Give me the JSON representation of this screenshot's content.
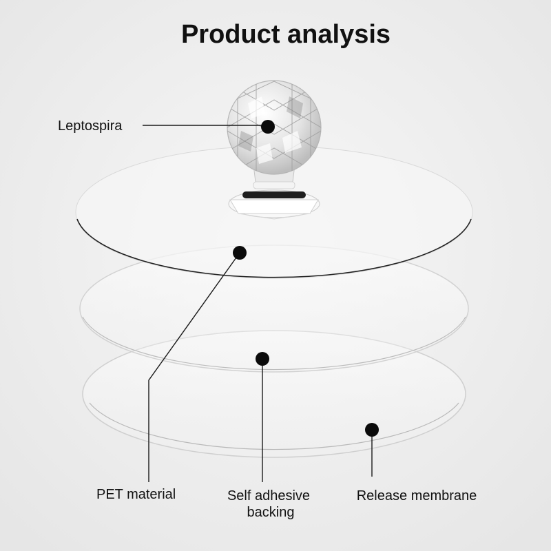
{
  "title": "Product analysis",
  "labels": {
    "leptospira": "Leptospira",
    "pet_material": "PET material",
    "self_adhesive_line1": "Self adhesive",
    "self_adhesive_line2": "backing",
    "release_membrane": "Release membrane"
  },
  "colors": {
    "background": "#ededed",
    "text": "#111111",
    "dot": "#0b0b0b",
    "disc_edge": "#222222"
  }
}
